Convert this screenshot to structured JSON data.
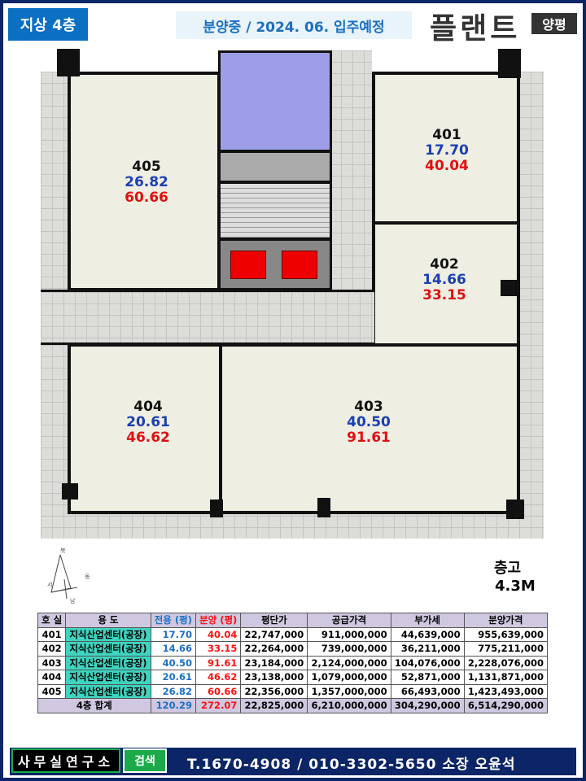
{
  "header": {
    "floor": "지상 4층",
    "status": "분양중 / 2024. 06. 입주예정",
    "brand": "플랜트",
    "brand_sub": "양평"
  },
  "plan": {
    "rooms": [
      {
        "no": "405",
        "exclusive": "26.82",
        "sale": "60.66"
      },
      {
        "no": "401",
        "exclusive": "17.70",
        "sale": "40.04"
      },
      {
        "no": "402",
        "exclusive": "14.66",
        "sale": "33.15"
      },
      {
        "no": "404",
        "exclusive": "20.61",
        "sale": "46.62"
      },
      {
        "no": "403",
        "exclusive": "40.50",
        "sale": "91.61"
      }
    ],
    "compass": {
      "n": "북",
      "s": "남",
      "e": "동",
      "w": "서"
    },
    "ceiling_label": "층고",
    "ceiling_value": "4.3M"
  },
  "table": {
    "headers": [
      "호 실",
      "용 도",
      "전용 (평)",
      "분양 (평)",
      "평단가",
      "공급가격",
      "부가세",
      "분양가격"
    ],
    "rows": [
      [
        "401",
        "지식산업센터(공장)",
        "17.70",
        "40.04",
        "22,747,000",
        "911,000,000",
        "44,639,000",
        "955,639,000"
      ],
      [
        "402",
        "지식산업센터(공장)",
        "14.66",
        "33.15",
        "22,264,000",
        "739,000,000",
        "36,211,000",
        "775,211,000"
      ],
      [
        "403",
        "지식산업센터(공장)",
        "40.50",
        "91.61",
        "23,184,000",
        "2,124,000,000",
        "104,076,000",
        "2,228,076,000"
      ],
      [
        "404",
        "지식산업센터(공장)",
        "20.61",
        "46.62",
        "23,138,000",
        "1,079,000,000",
        "52,871,000",
        "1,131,871,000"
      ],
      [
        "405",
        "지식산업센터(공장)",
        "26.82",
        "60.66",
        "22,356,000",
        "1,357,000,000",
        "66,493,000",
        "1,423,493,000"
      ]
    ],
    "total": [
      "4층 합계",
      "120.29",
      "272.07",
      "22,825,000",
      "6,210,000,000",
      "304,290,000",
      "6,514,290,000"
    ]
  },
  "footer": {
    "brand": "사무실연구소",
    "search": "검색",
    "contact": "T.1670-4908 / 010-3302-5650 소장 오윤석"
  }
}
